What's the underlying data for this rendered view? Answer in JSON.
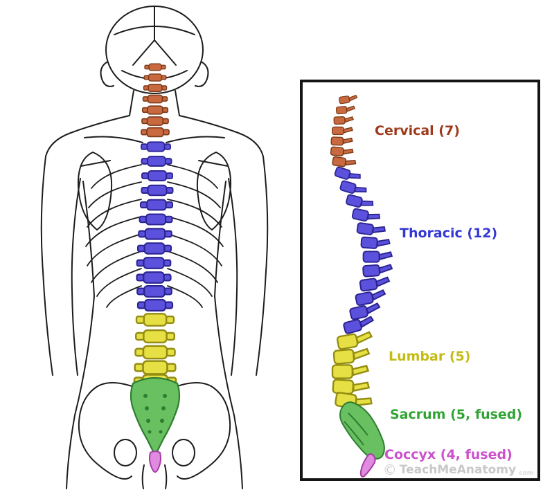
{
  "figure": {
    "description": "Posterior view of human torso with vertebral column highlighted",
    "outline_color": "#1c1c1c"
  },
  "panel": {
    "border_color": "#151515",
    "background": "#ffffff"
  },
  "regions": {
    "cervical": {
      "label": "Cervical (7)",
      "count": 7,
      "fill": "#c9693f",
      "stroke": "#7c3a18",
      "label_color": "#9e3a1a"
    },
    "thoracic": {
      "label": "Thoracic (12)",
      "count": 12,
      "fill": "#5b51dc",
      "stroke": "#2b2490",
      "label_color": "#3438d4"
    },
    "lumbar": {
      "label": "Lumbar (5)",
      "count": 5,
      "fill": "#e6e044",
      "stroke": "#948d12",
      "label_color": "#c3bc14"
    },
    "sacrum": {
      "label": "Sacrum (5, fused)",
      "count": 5,
      "fill": "#68c060",
      "stroke": "#2e7d32",
      "label_color": "#2fa433"
    },
    "coccyx": {
      "label": "Coccyx (4, fused)",
      "count": 4,
      "fill": "#e08ae0",
      "stroke": "#a33fa3",
      "label_color": "#cc52cc"
    }
  },
  "watermark": {
    "copyright": "©",
    "text": "TeachMeAnatomy",
    "suffix": "com",
    "color": "#c8c8c8"
  }
}
